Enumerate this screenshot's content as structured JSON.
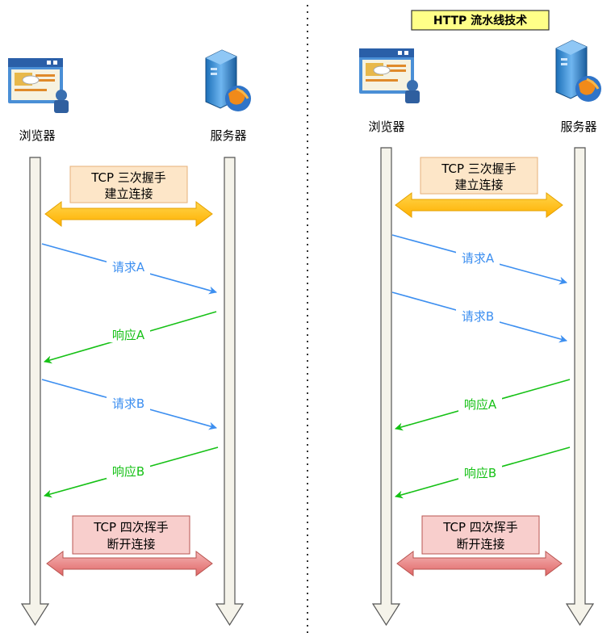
{
  "title": "HTTP 流水线技术",
  "colors": {
    "request": "#3d8ff0",
    "response": "#16c116",
    "handshake_fill": "#ffcc33",
    "handshake_stroke": "#e6a100",
    "teardown_fill": "#ea7f7f",
    "teardown_stroke": "#b85450",
    "lifeline_fill": "#f5f3ea",
    "title_bg": "#ffff88"
  },
  "left": {
    "browser_label": "浏览器",
    "server_label": "服务器",
    "handshake": {
      "line1": "TCP 三次握手",
      "line2": "建立连接"
    },
    "teardown": {
      "line1": "TCP 四次挥手",
      "line2": "断开连接"
    },
    "messages": [
      {
        "label": "请求A",
        "kind": "request"
      },
      {
        "label": "响应A",
        "kind": "response"
      },
      {
        "label": "请求B",
        "kind": "request"
      },
      {
        "label": "响应B",
        "kind": "response"
      }
    ]
  },
  "right": {
    "browser_label": "浏览器",
    "server_label": "服务器",
    "handshake": {
      "line1": "TCP 三次握手",
      "line2": "建立连接"
    },
    "teardown": {
      "line1": "TCP 四次挥手",
      "line2": "断开连接"
    },
    "messages": [
      {
        "label": "请求A",
        "kind": "request"
      },
      {
        "label": "请求B",
        "kind": "request"
      },
      {
        "label": "响应A",
        "kind": "response"
      },
      {
        "label": "响应B",
        "kind": "response"
      }
    ]
  }
}
